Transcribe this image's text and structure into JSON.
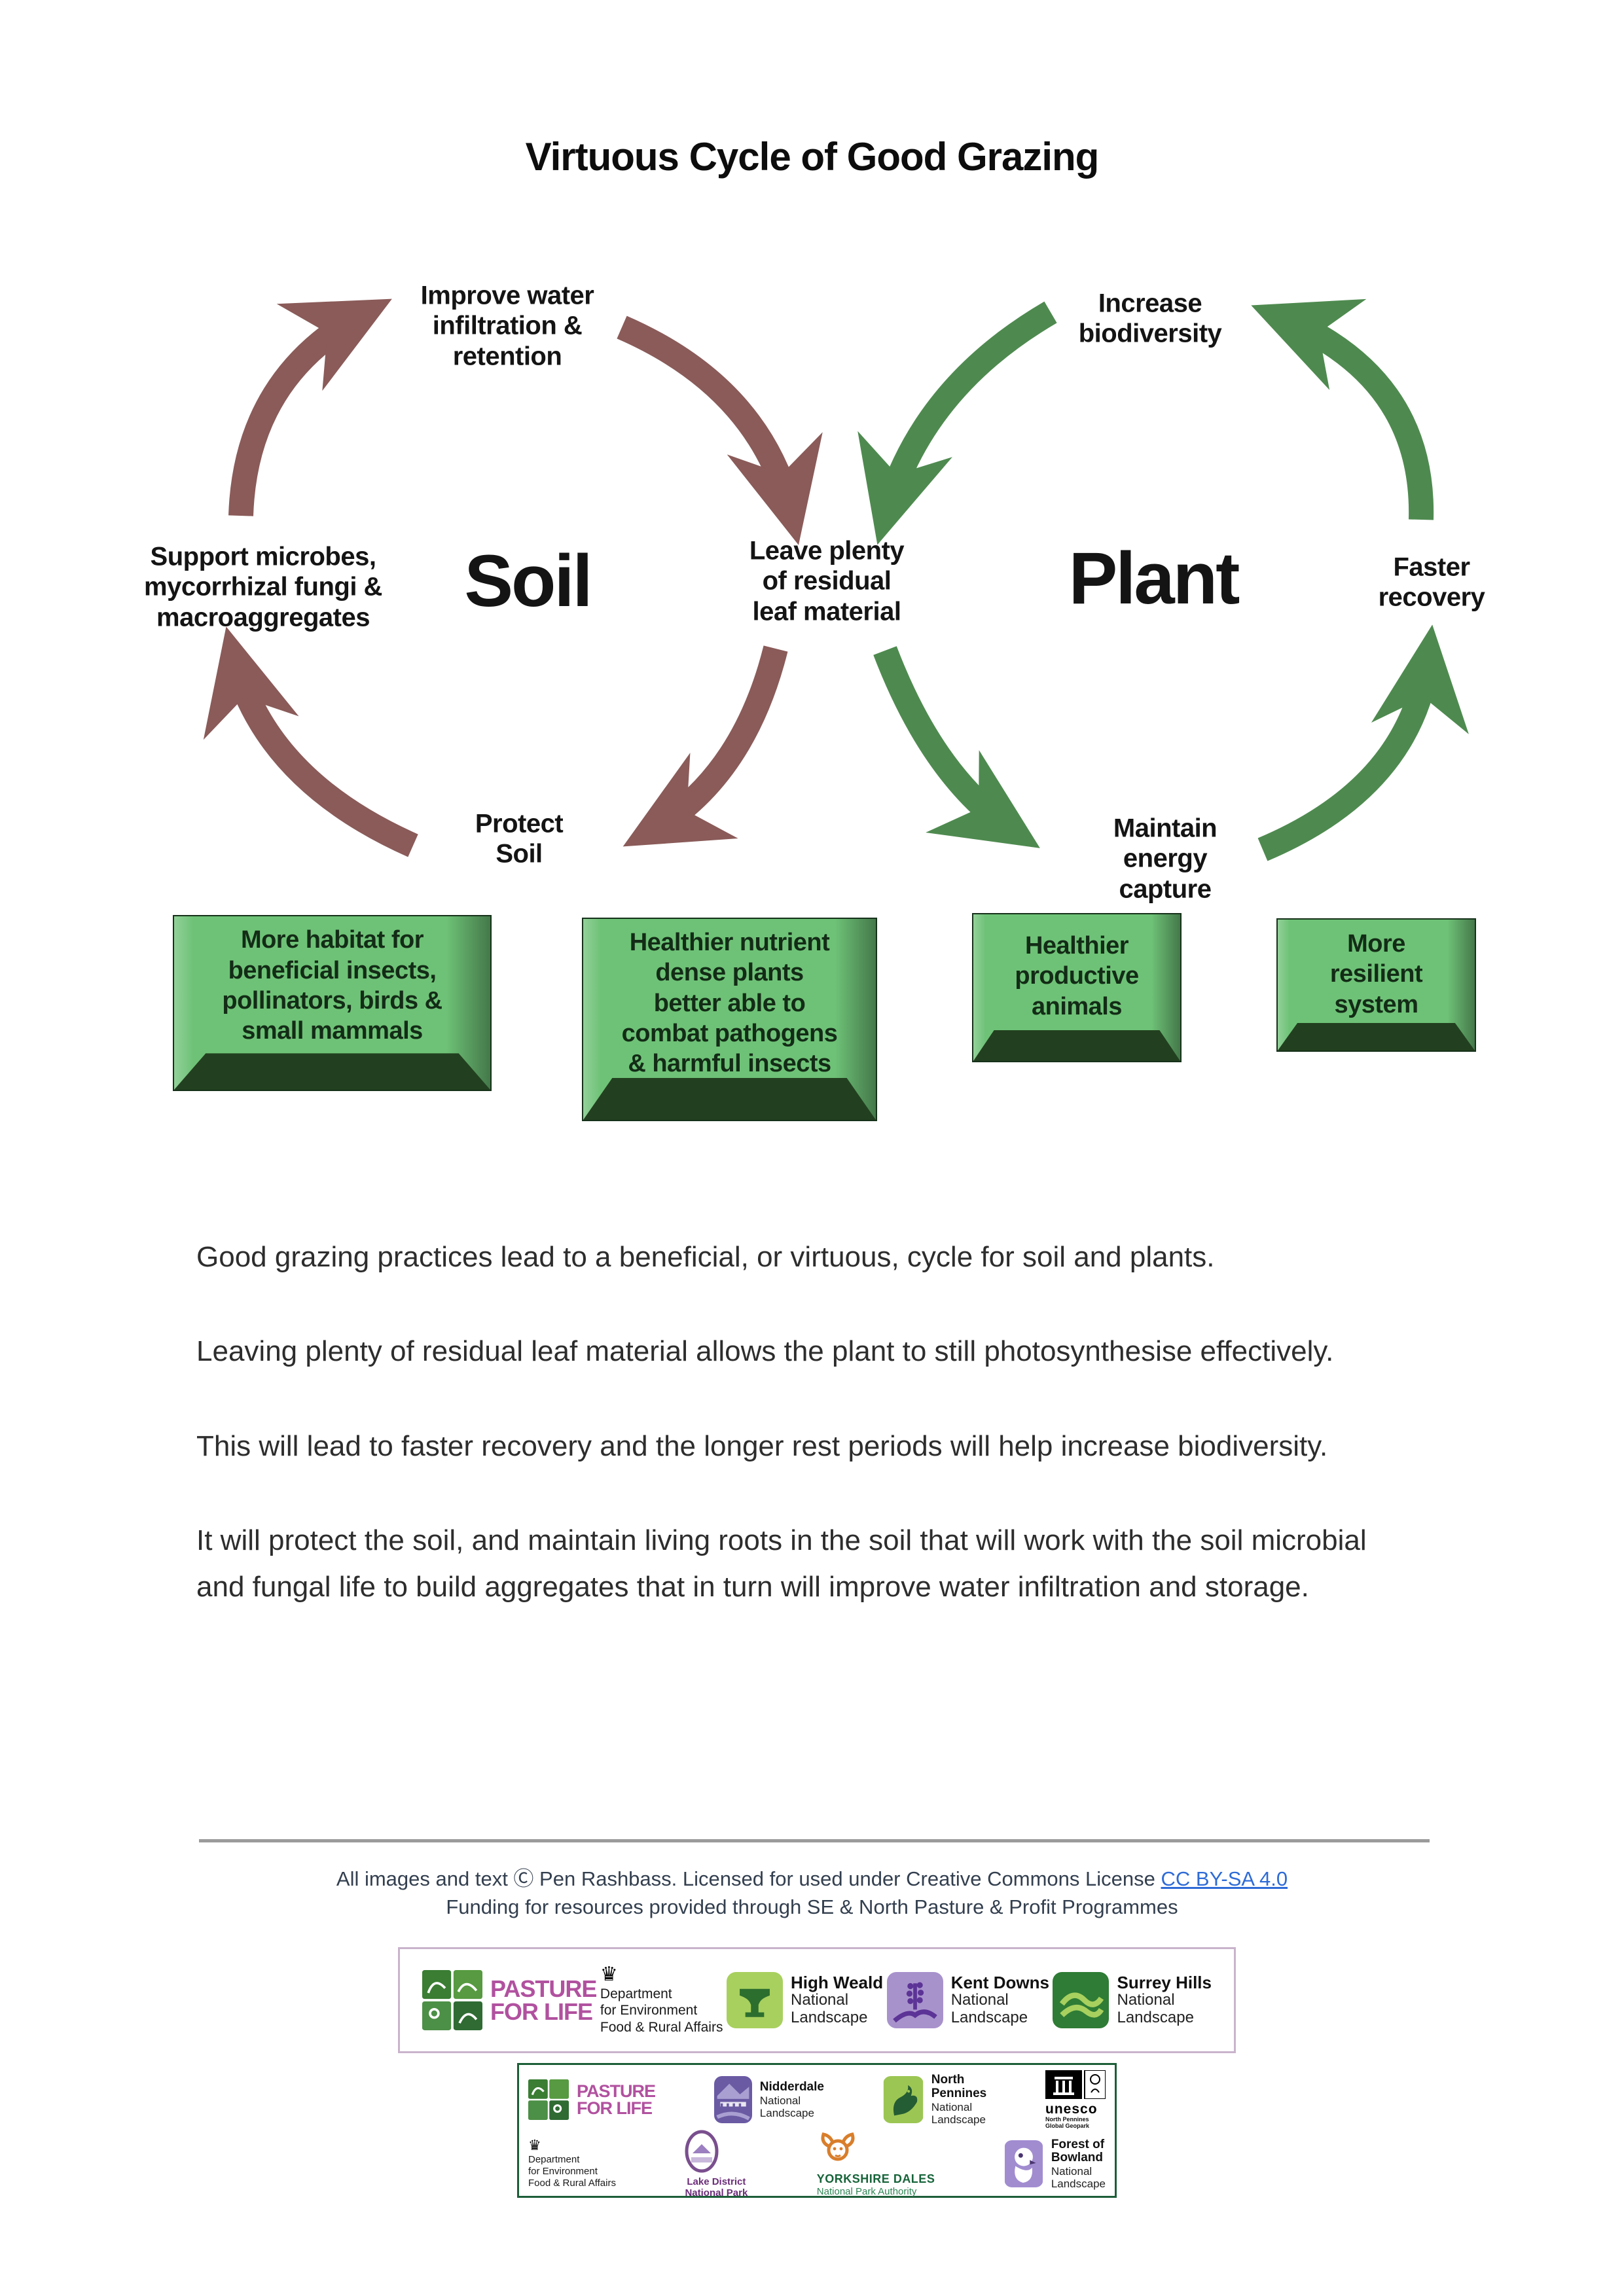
{
  "title": "Virtuous Cycle of Good Grazing",
  "diagram": {
    "soil": "Soil",
    "plant": "Plant",
    "improve_water": "Improve water\ninfiltration &\nretention",
    "increase_biodiversity": "Increase\nbiodiversity",
    "support_microbes": "Support microbes,\nmycorrhizal fungi &\nmacroaggregates",
    "leave_plenty": "Leave plenty\nof residual\nleaf material",
    "faster_recovery": "Faster\nrecovery",
    "protect_soil": "Protect\nSoil",
    "maintain_energy": "Maintain\nenergy\ncapture"
  },
  "benefit_boxes": [
    {
      "text": "More habitat for\nbeneficial insects,\npollinators, birds &\nsmall mammals"
    },
    {
      "text": "Healthier nutrient\ndense plants\nbetter able to\ncombat pathogens\n& harmful insects"
    },
    {
      "text": "Healthier\nproductive\nanimals"
    },
    {
      "text": "More\nresilient\nsystem"
    }
  ],
  "paragraphs": [
    "Good grazing practices lead to a beneficial, or virtuous, cycle for soil and plants.",
    "Leaving plenty of residual leaf material allows the plant to still photosynthesise effectively.",
    "This will lead to faster recovery and the longer rest periods will help increase biodiversity.",
    "It will protect the soil, and maintain living roots in the soil that will work with the soil microbial and fungal life to build aggregates that in turn will improve water infiltration and storage."
  ],
  "footer": {
    "license_prefix": "All images and text Ⓒ Pen Rashbass. Licensed for used under Creative Commons License ",
    "license_link": "CC BY-SA 4.0",
    "funding": "Funding for resources provided through SE & North Pasture & Profit Programmes"
  },
  "logos": {
    "pasture": "PASTURE\nFOR LIFE",
    "defra": "Department\nfor Environment\nFood & Rural Affairs",
    "high_weald": {
      "title": "High Weald",
      "sub": "National\nLandscape"
    },
    "kent_downs": {
      "title": "Kent Downs",
      "sub": "National\nLandscape"
    },
    "surrey_hills": {
      "title": "Surrey Hills",
      "sub": "National\nLandscape"
    },
    "nidderdale": {
      "title": "Nidderdale",
      "sub": "National\nLandscape"
    },
    "north_pennines": {
      "title": "North\nPennines",
      "sub": "National\nLandscape"
    },
    "unesco": {
      "title": "unesco",
      "sub": "North Pennines\nGlobal Geopark"
    },
    "lake_district": {
      "title": "Lake District\nNational Park"
    },
    "yorkshire_dales": {
      "title": "YORKSHIRE DALES",
      "sub": "National Park Authority"
    },
    "forest_of_bowland": {
      "title": "Forest of\nBowland",
      "sub": "National\nLandscape"
    }
  },
  "colors": {
    "soil_arrow": "#8a5b59",
    "plant_arrow": "#4e8a4f",
    "benefit_box_green": "#6ec277",
    "benefit_box_bevel": "#22401f",
    "link_blue": "#2e6bd6",
    "pasture_magenta": "#b1519f",
    "divider_gray": "#9b9b9b"
  }
}
